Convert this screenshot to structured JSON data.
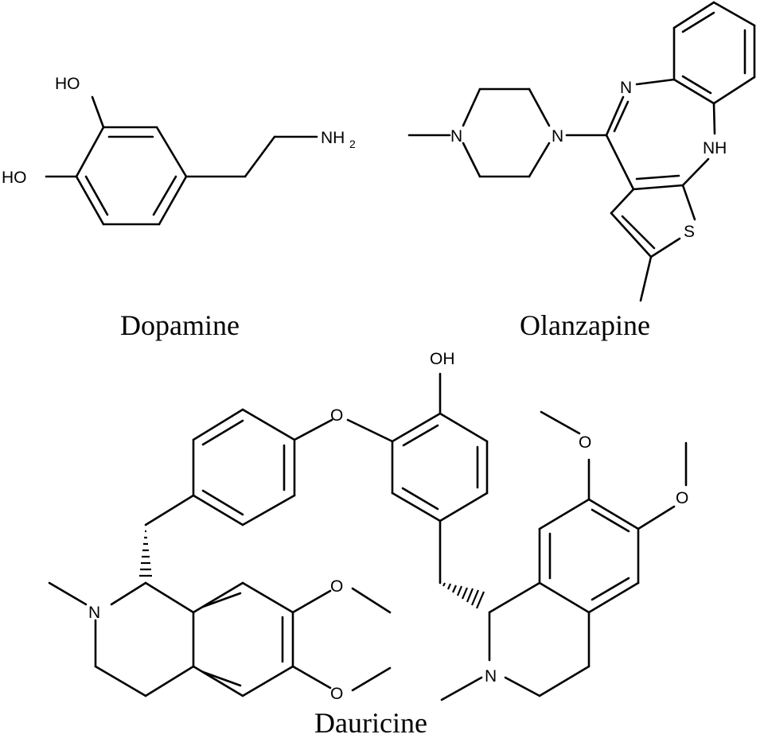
{
  "molecules": [
    {
      "name": "Dopamine",
      "atom_labels": [
        "HO",
        "HO",
        "NH",
        "2"
      ]
    },
    {
      "name": "Olanzapine",
      "atom_labels": [
        "N",
        "N",
        "N",
        "NH",
        "S"
      ]
    },
    {
      "name": "Dauricine",
      "atom_labels": [
        "OH",
        "O",
        "O",
        "O",
        "O",
        "O",
        "N",
        "N"
      ]
    }
  ],
  "colors": {
    "ink": "#000000",
    "background": "#ffffff"
  }
}
